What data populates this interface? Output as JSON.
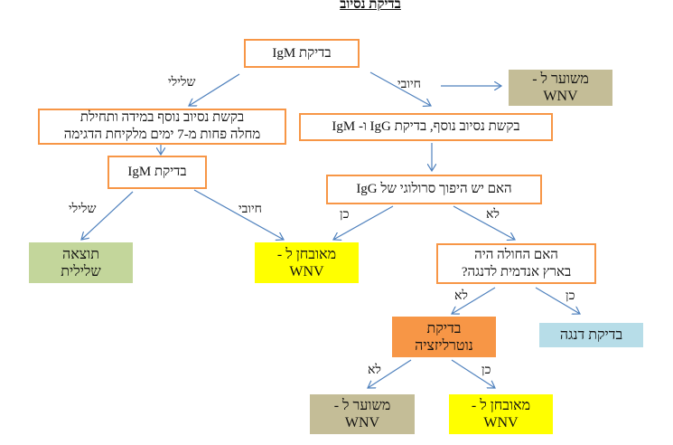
{
  "title": "בדיקת נסיוב",
  "nodes": {
    "igm_test": "בדיקת IgM",
    "suspected_wnv_top": {
      "line1": "משוער ל -",
      "line2": "WNV"
    },
    "repeat_sample": {
      "line1": "בקשת נסיוב נוסף במידה ותחילת",
      "line2": "מחלה פחות מ-7 ימים מלקיחת הדגימה"
    },
    "repeat_igg_igm": "בקשת נסיוב נוסף, בדיקת IgG ו- IgM",
    "igm_test_2": "בדיקת IgM",
    "igg_seroconversion": "האם יש היפוך סרולוגי של IgG",
    "negative_result": {
      "line1": "תוצאה",
      "line2": "שלילית"
    },
    "diagnosed_wnv_mid": {
      "line1": "מאובחן ל -",
      "line2": "WNV"
    },
    "dengue_endemic": {
      "line1": "האם החולה היה",
      "line2": "בארץ אנדמית לדנגה?"
    },
    "neutralization": {
      "line1": "בדיקת",
      "line2": "נוטרליזציה"
    },
    "dengue_test": "בדיקת דנגה",
    "suspected_wnv_bottom": {
      "line1": "משוער ל -",
      "line2": "WNV"
    },
    "diagnosed_wnv_bottom": {
      "line1": "מאובחן ל -",
      "line2": "WNV"
    }
  },
  "edge_labels": {
    "negative_1": "שלילי",
    "positive_1": "חיובי",
    "negative_2": "שלילי",
    "positive_2": "חיובי",
    "yes_1": "כן",
    "no_1": "לא",
    "no_2": "לא",
    "yes_2": "כן",
    "no_3": "לא",
    "yes_3": "כן"
  },
  "colors": {
    "outline": "#f79646",
    "arrow": "#4f81bd",
    "tan": "#c4bd97",
    "green": "#c3d69b",
    "yellow": "#ffff00",
    "orange": "#f79646",
    "blue": "#b7dde8"
  }
}
